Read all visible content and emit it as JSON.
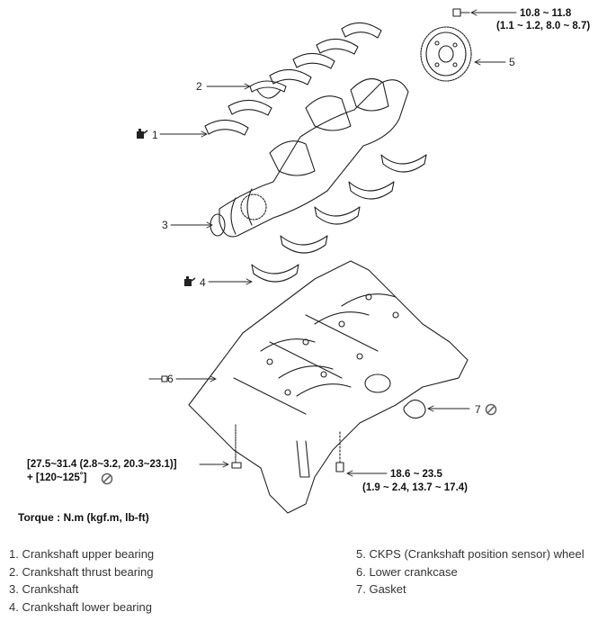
{
  "callouts": {
    "c1": "1",
    "c2": "2",
    "c3": "3",
    "c4": "4",
    "c5": "5",
    "c6": "6",
    "c7": "7"
  },
  "torques": {
    "ckps_bolt": {
      "line1": "10.8 ~ 11.8",
      "line2": "(1.1 ~ 1.2, 8.0 ~ 8.7)"
    },
    "main_bolt": {
      "line1": "[27.5~31.4 (2.8~3.2, 20.3~23.1)]",
      "line2": "+ [120~125˚]"
    },
    "crankcase_bolt": {
      "line1": "18.6 ~ 23.5",
      "line2": "(1.9 ~ 2.4, 13.7 ~ 17.4)"
    }
  },
  "torque_unit": "Torque : N.m (kgf.m, lb-ft)",
  "legend": {
    "left": [
      "1. Crankshaft upper bearing",
      "2. Crankshaft thrust bearing",
      "3. Crankshaft",
      "4. Crankshaft lower bearing"
    ],
    "right": [
      "5. CKPS (Crankshaft position sensor) wheel",
      "6. Lower crankcase",
      "7. Gasket"
    ]
  },
  "icons": [
    "oil-can-icon",
    "no-reuse-icon"
  ]
}
